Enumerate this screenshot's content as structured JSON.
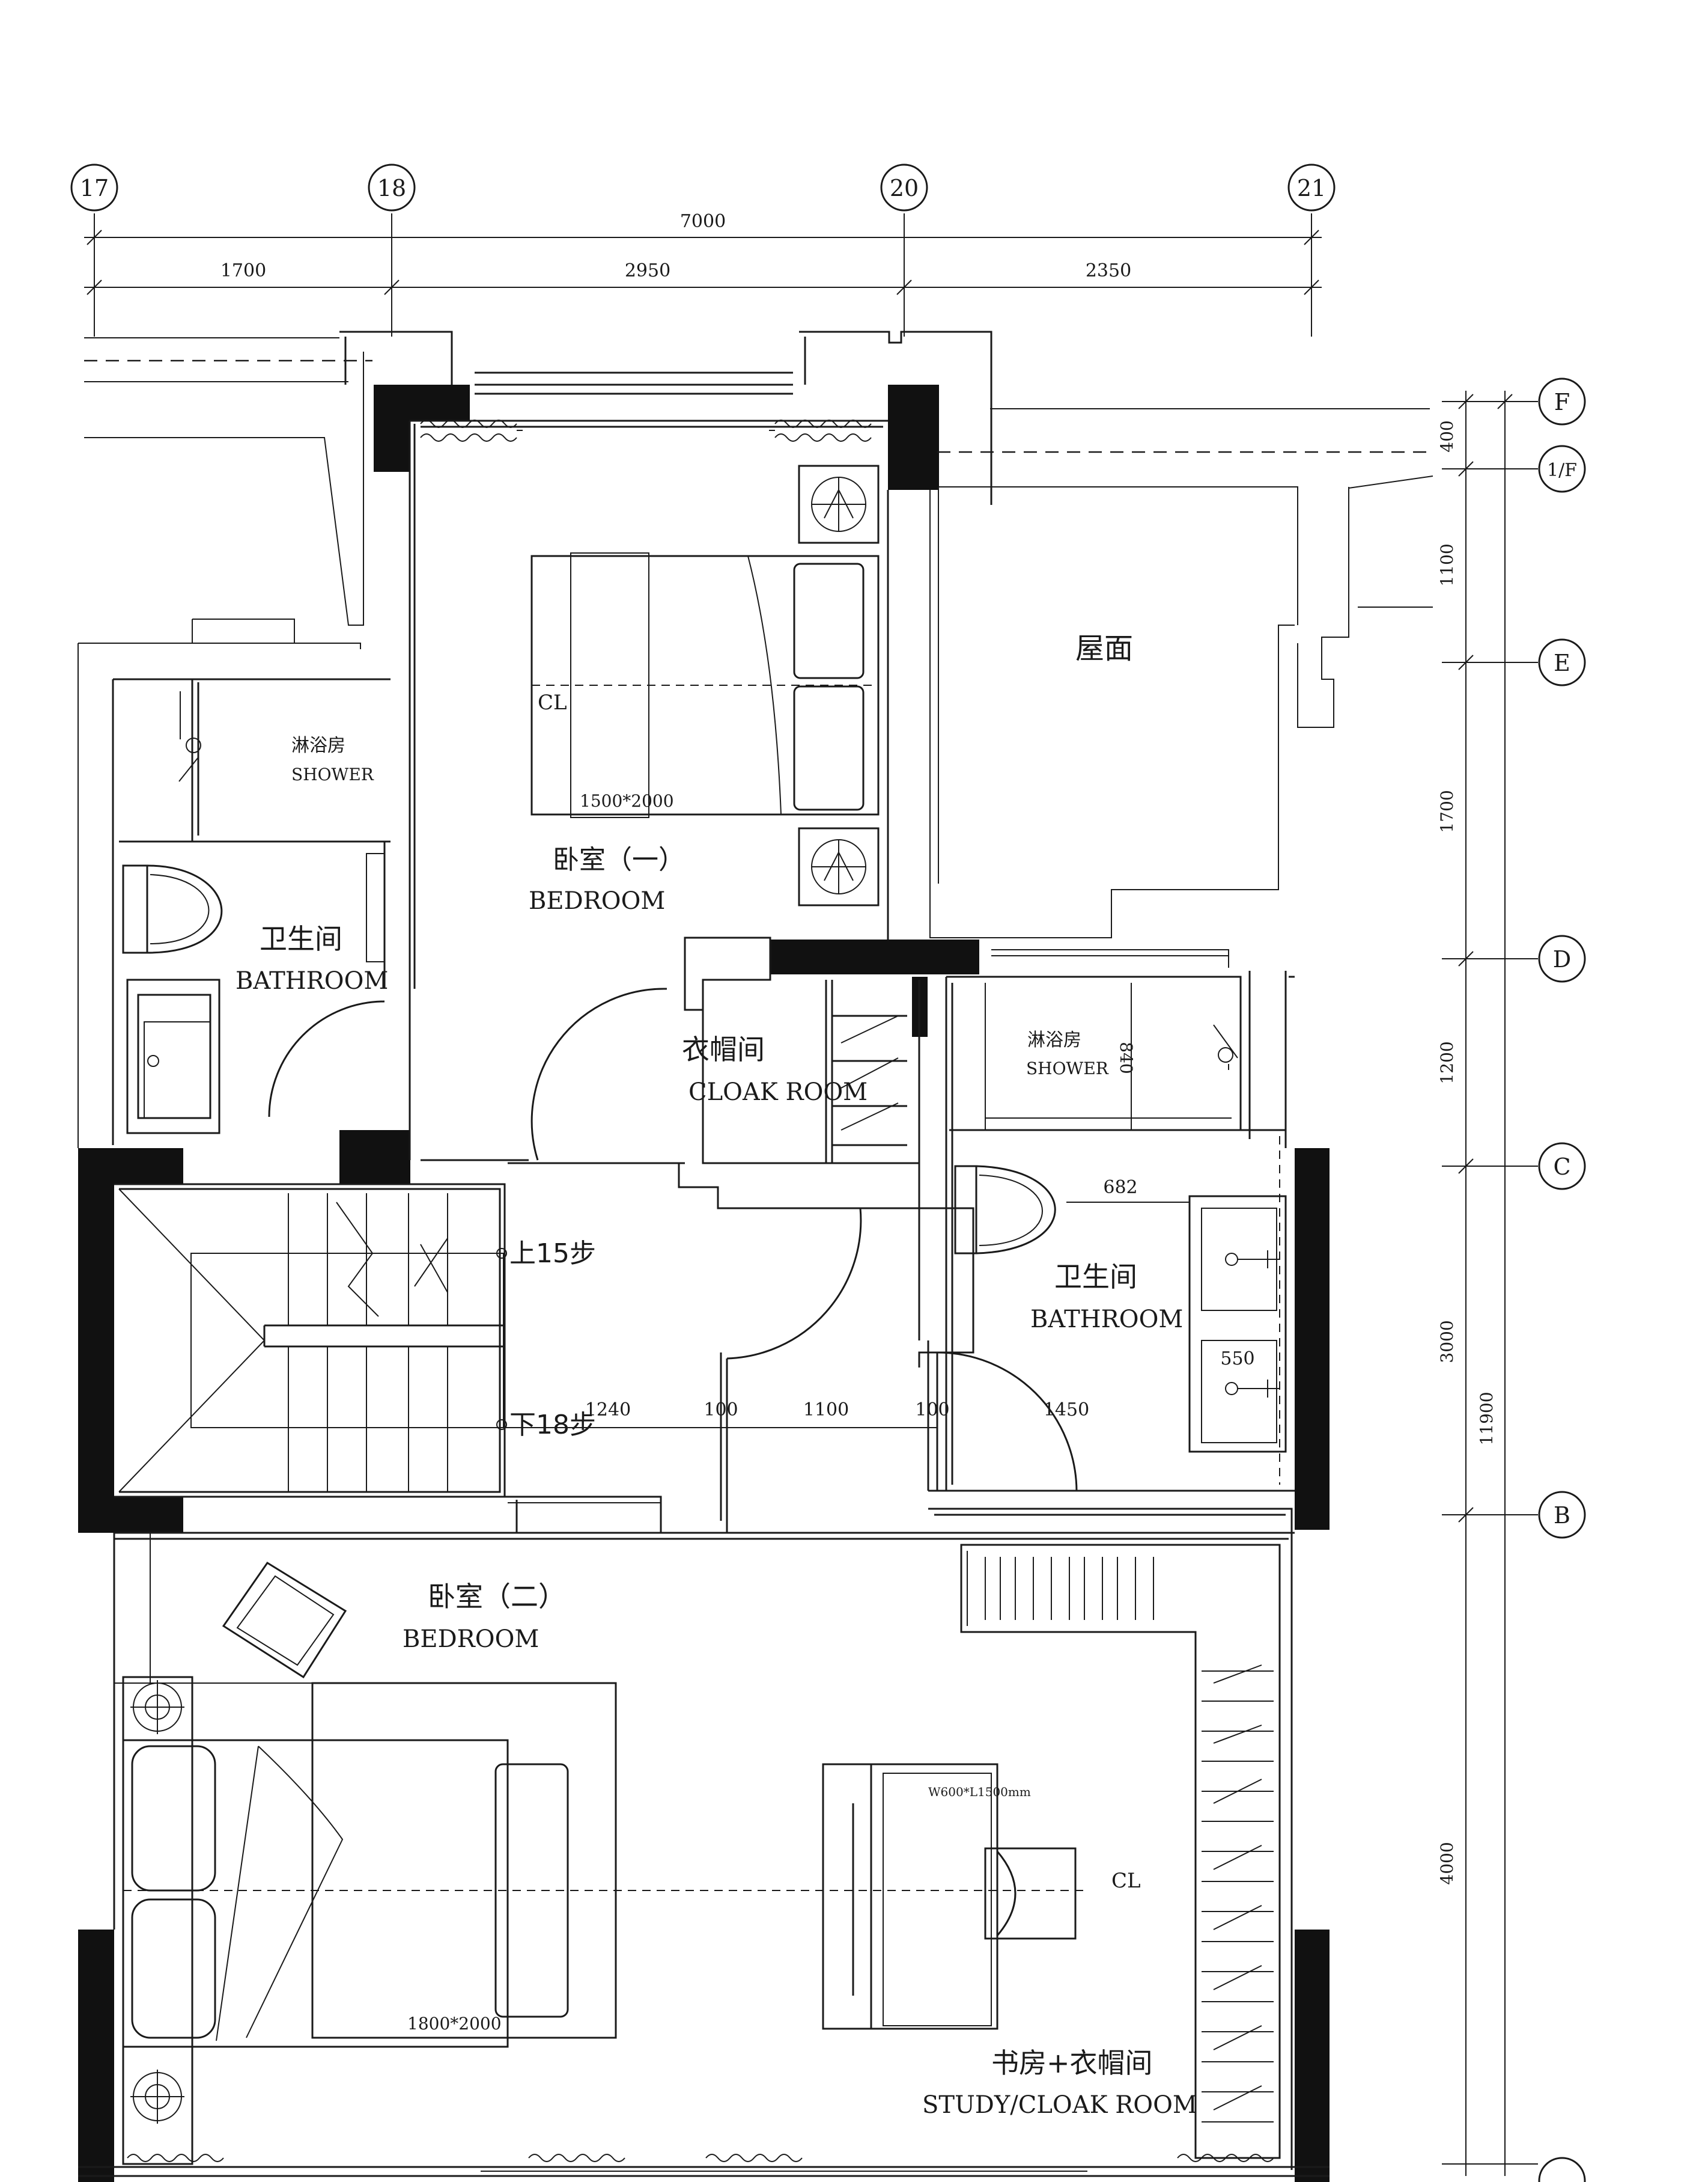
{
  "grid_columns": [
    "17",
    "18",
    "20",
    "21"
  ],
  "grid_rows": [
    "F",
    "1/F",
    "E",
    "D",
    "C",
    "B"
  ],
  "dim_top_total": "7000",
  "dim_top_segments": [
    "1700",
    "2950",
    "2350"
  ],
  "dim_right_segments": [
    "400",
    "1100",
    "1700",
    "1200",
    "3000",
    "4000"
  ],
  "dim_right_total": "11900",
  "rooms": {
    "roof": "屋面",
    "bedroom1": {
      "cn": "卧室（一）",
      "en": "BEDROOM",
      "bed": "1500*2000"
    },
    "shower1": {
      "cn": "淋浴房",
      "en": "SHOWER"
    },
    "bath1": {
      "cn": "卫生间",
      "en": "BATHROOM"
    },
    "cloak": {
      "cn": "衣帽间",
      "en": "CLOAK ROOM"
    },
    "shower2": {
      "cn": "淋浴房",
      "en": "SHOWER",
      "dim": "840"
    },
    "bath2": {
      "cn": "卫生间",
      "en": "BATHROOM",
      "dim_a": "682",
      "dim_b": "550"
    },
    "bedroom2": {
      "cn": "卧室（二）",
      "en": "BEDROOM",
      "bed": "1800*2000"
    },
    "study": {
      "cn": "书房+衣帽间",
      "en": "STUDY/CLOAK ROOM",
      "desk": "W600*L1500mm"
    }
  },
  "stairs": {
    "up": "上15步",
    "down": "下18步"
  },
  "corridor_dims": [
    "1240",
    "100",
    "1100",
    "100",
    "1450"
  ],
  "centerline": "CL",
  "colors": {
    "line": "#1a1a1a",
    "wall": "#111111",
    "paper": "#ffffff"
  }
}
